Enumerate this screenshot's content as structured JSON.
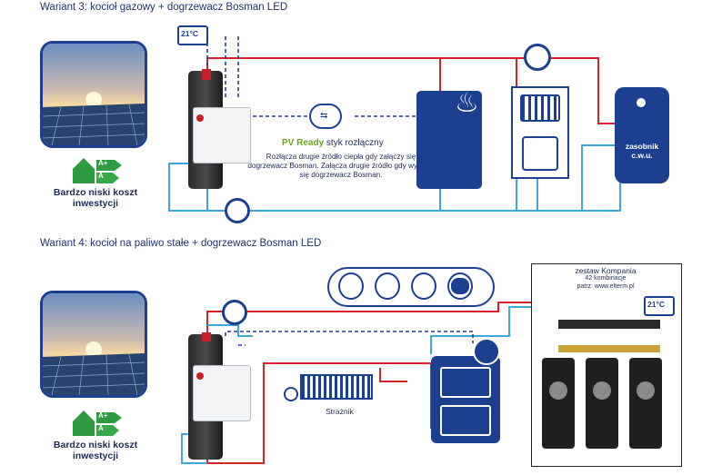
{
  "variant3": {
    "title": "Wariant 3: kocioł gazowy + dogrzewacz Bosman LED",
    "thermostat": "21°C",
    "pv_ready": "PV Ready",
    "pv_ready_suffix": "styk rozłączny",
    "note": "Rozłącza drugie źródło ciepła gdy załączy się dogrzewacz Bosman. Załącza drugie źródło gdy wyłączy się dogrzewacz Bosman.",
    "tank_label": "zasobnik c.w.u.",
    "energy_grades": [
      "A+",
      "A"
    ],
    "energy_text": "Bardzo niski koszt inwestycji"
  },
  "variant4": {
    "title": "Wariant 4: kocioł na paliwo stałe + dogrzewacz Bosman LED",
    "guard_label": "Strażnik",
    "kit_title": "zestaw Kompania",
    "kit_subtitle": "42 kombinacje",
    "kit_url": "patrz: www.elterm.pl",
    "thermostat": "21°C",
    "energy_grades": [
      "A+",
      "A"
    ],
    "energy_text": "Bardzo niski koszt inwestycji"
  },
  "colors": {
    "hot": "#d6202a",
    "cold": "#3fa6d8",
    "navy": "#1d3f8f",
    "energy_green": "#2f9a3f"
  }
}
